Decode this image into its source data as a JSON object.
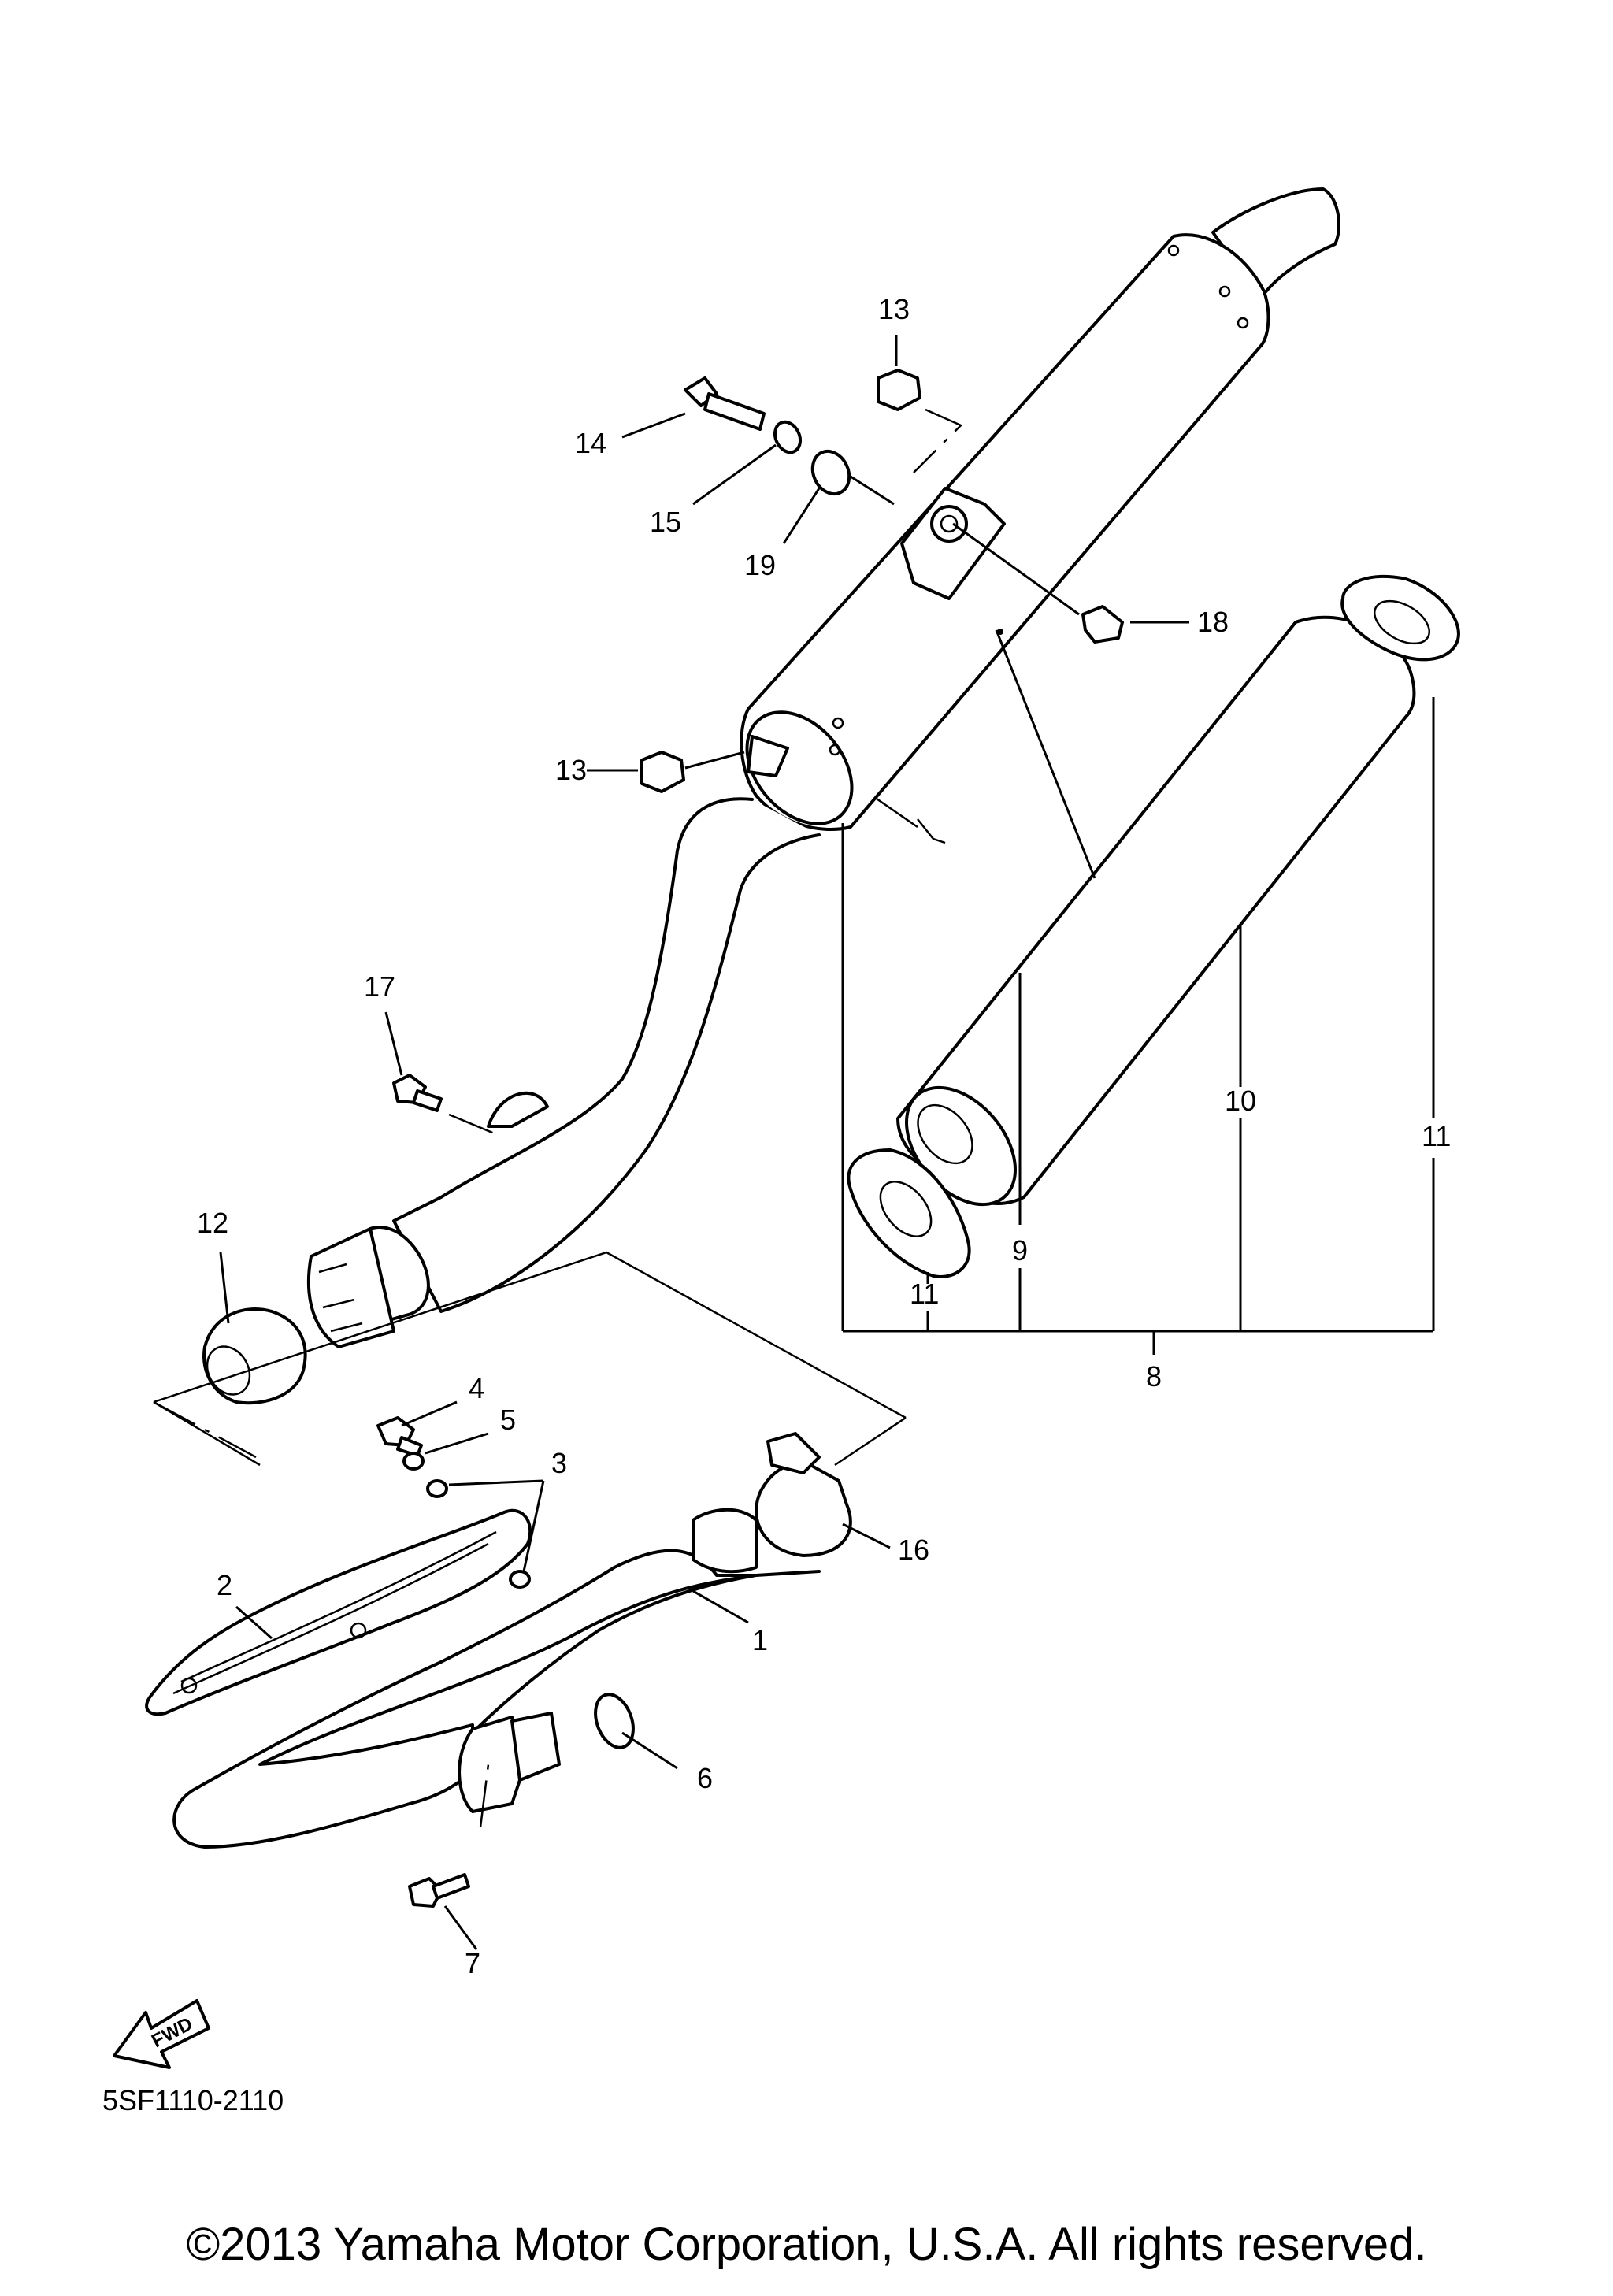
{
  "callouts": [
    {
      "id": "1",
      "label": "1"
    },
    {
      "id": "2",
      "label": "2"
    },
    {
      "id": "3",
      "label": "3"
    },
    {
      "id": "4",
      "label": "4"
    },
    {
      "id": "5",
      "label": "5"
    },
    {
      "id": "6",
      "label": "6"
    },
    {
      "id": "7",
      "label": "7"
    },
    {
      "id": "8",
      "label": "8"
    },
    {
      "id": "9",
      "label": "9"
    },
    {
      "id": "10",
      "label": "10"
    },
    {
      "id": "11a",
      "label": "11"
    },
    {
      "id": "11b",
      "label": "11"
    },
    {
      "id": "12",
      "label": "12"
    },
    {
      "id": "13a",
      "label": "13"
    },
    {
      "id": "13b",
      "label": "13"
    },
    {
      "id": "14",
      "label": "14"
    },
    {
      "id": "15",
      "label": "15"
    },
    {
      "id": "16",
      "label": "16"
    },
    {
      "id": "17",
      "label": "17"
    },
    {
      "id": "18",
      "label": "18"
    },
    {
      "id": "19",
      "label": "19"
    }
  ],
  "fwd_label": "FWD",
  "diagram_code": "5SF1110-2110",
  "copyright": "©2013 Yamaha Motor Corporation, U.S.A. All rights reserved."
}
